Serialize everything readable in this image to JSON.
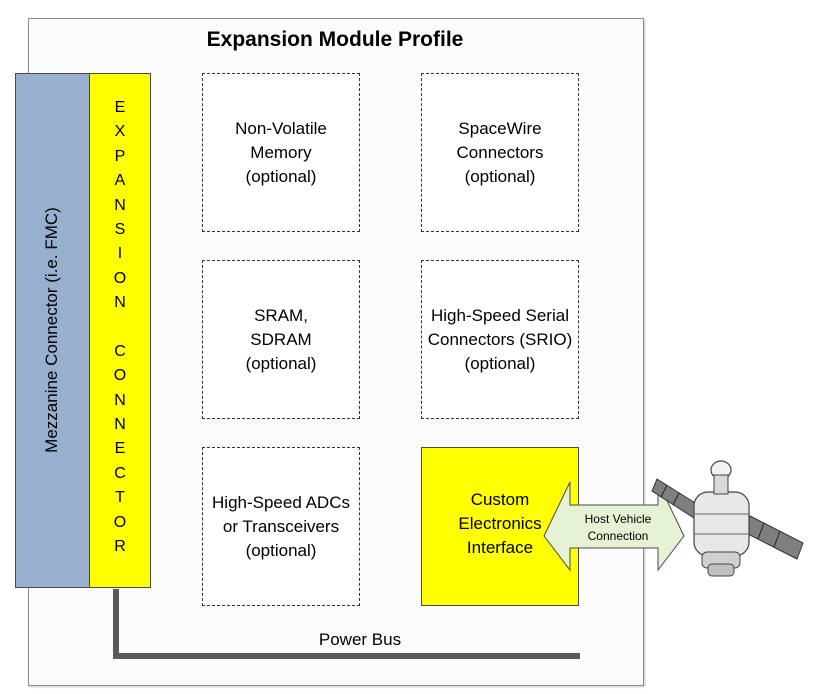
{
  "title": "Expansion Module Profile",
  "mezzanine_label": "Mezzanine Connector (i.e. FMC)",
  "expansion_letters": [
    "E",
    "X",
    "P",
    "A",
    "N",
    "S",
    "I",
    "O",
    "N",
    "",
    "C",
    "O",
    "N",
    "N",
    "E",
    "C",
    "T",
    "O",
    "R"
  ],
  "blocks": {
    "nvm": "Non-Volatile\nMemory\n(optional)",
    "spacewire": "SpaceWire\nConnectors\n(optional)",
    "sram": "SRAM,\nSDRAM\n(optional)",
    "srio": "High-Speed Serial\nConnectors (SRIO)\n(optional)",
    "adc": "High-Speed ADCs\nor Transceivers\n(optional)",
    "custom": "Custom\nElectronics\nInterface"
  },
  "host_connection": "Host Vehicle\nConnection",
  "power_bus": "Power Bus",
  "colors": {
    "mezzanine": "#98b0cf",
    "expansion": "#ffff00",
    "custom": "#ffff00",
    "arrow_fill": "#e6f2d4",
    "bus_line": "#595959"
  },
  "icons": {
    "satellite": "satellite-icon"
  }
}
